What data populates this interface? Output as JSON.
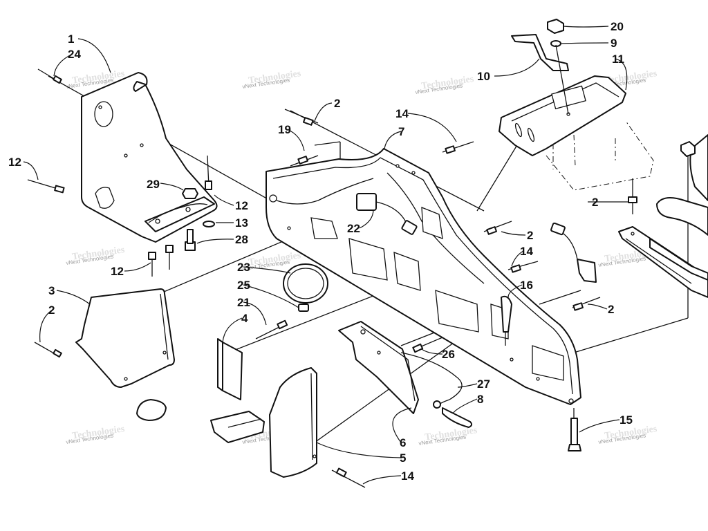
{
  "watermark": {
    "line1": "vNext Technologies",
    "line2": "Technologies"
  },
  "callouts": [
    "1",
    "24",
    "12",
    "29",
    "12",
    "13",
    "28",
    "12",
    "3",
    "2",
    "2",
    "19",
    "14",
    "7",
    "22",
    "23",
    "25",
    "21",
    "4",
    "2",
    "14",
    "16",
    "2",
    "26",
    "27",
    "8",
    "6",
    "5",
    "14",
    "15",
    "20",
    "9",
    "10",
    "11",
    "2"
  ],
  "colors": {
    "ink": "#111111",
    "background": "#ffffff",
    "watermark": "#9a9a9a"
  }
}
